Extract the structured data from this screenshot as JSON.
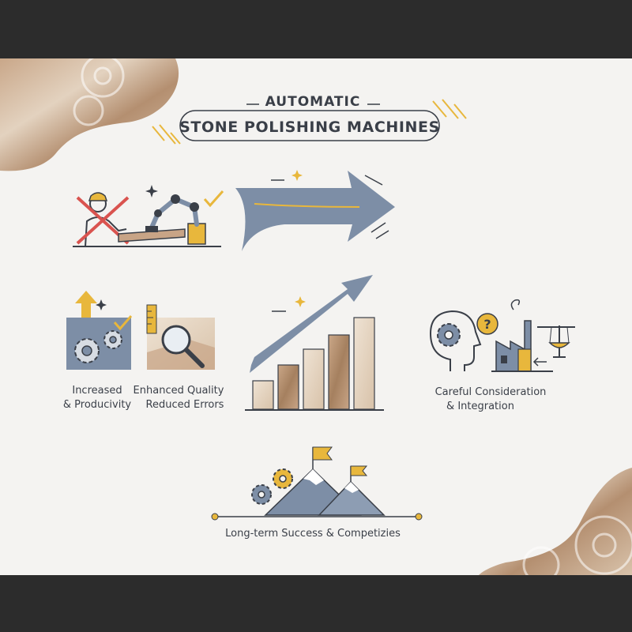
{
  "title": {
    "line1": "AUTOMATIC",
    "line2": "STONE POLISHING MACHINES"
  },
  "labels": {
    "productivity_line1": "Increased",
    "productivity_line2": "& Producivity",
    "quality_line1": "Enhanced Quality",
    "quality_line2": "Reduced Errors",
    "consideration_line1": "Careful Consideration",
    "consideration_line2": "& Integration",
    "success": "Long-term Success & Competizies"
  },
  "icons": [
    "manual-worker-crossed-icon",
    "robot-arm-icon",
    "checkmark-icon",
    "curved-arrow-icon",
    "gears-up-arrow-icon",
    "magnifier-ruler-icon",
    "growth-bar-chart-icon",
    "head-gear-question-icon",
    "factory-icon",
    "balance-scale-icon",
    "mountain-flags-icon"
  ],
  "colors": {
    "accent_gold": "#e8b73c",
    "slate_blue": "#7d8ea6",
    "dark_ink": "#3a3f48",
    "stone_brown": "#b9977a",
    "cross_red": "#d9534f"
  }
}
